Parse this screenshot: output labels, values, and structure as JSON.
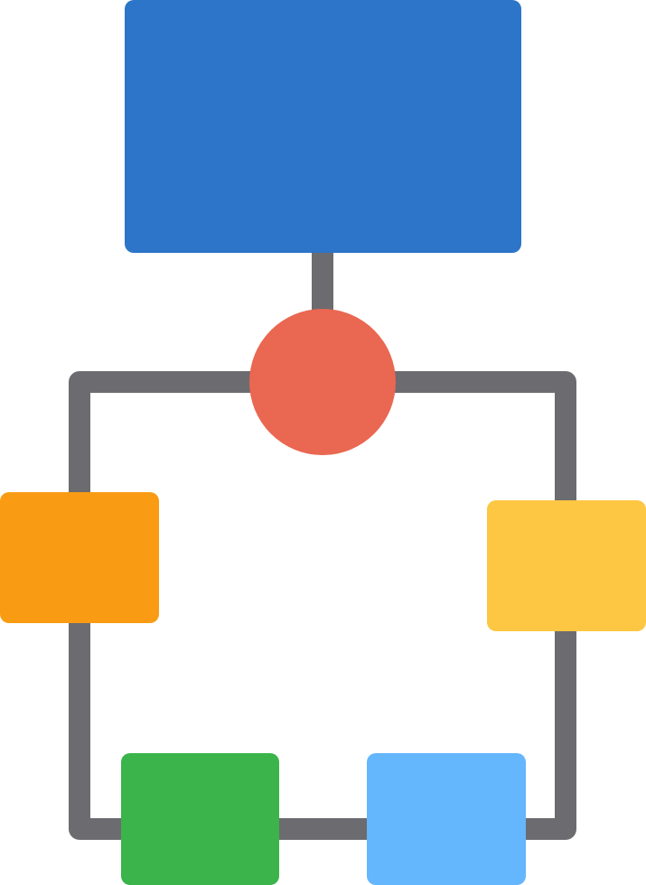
{
  "diagram": {
    "icon": "flowchart-icon",
    "colors": {
      "background": "#ffffff",
      "connector": "#6c6b70",
      "top_block": "#2c75c8",
      "hub_circle": "#ea6751",
      "left_block": "#f99c13",
      "right_block": "#fdc743",
      "bottom_left_block": "#3ab44b",
      "bottom_right_block": "#64b6fd"
    },
    "nodes": [
      {
        "id": "top-block",
        "shape": "rectangle"
      },
      {
        "id": "hub-circle",
        "shape": "circle"
      },
      {
        "id": "left-block",
        "shape": "rectangle"
      },
      {
        "id": "right-block",
        "shape": "rectangle"
      },
      {
        "id": "bottom-left-block",
        "shape": "rectangle"
      },
      {
        "id": "bottom-right-block",
        "shape": "rectangle"
      }
    ]
  }
}
